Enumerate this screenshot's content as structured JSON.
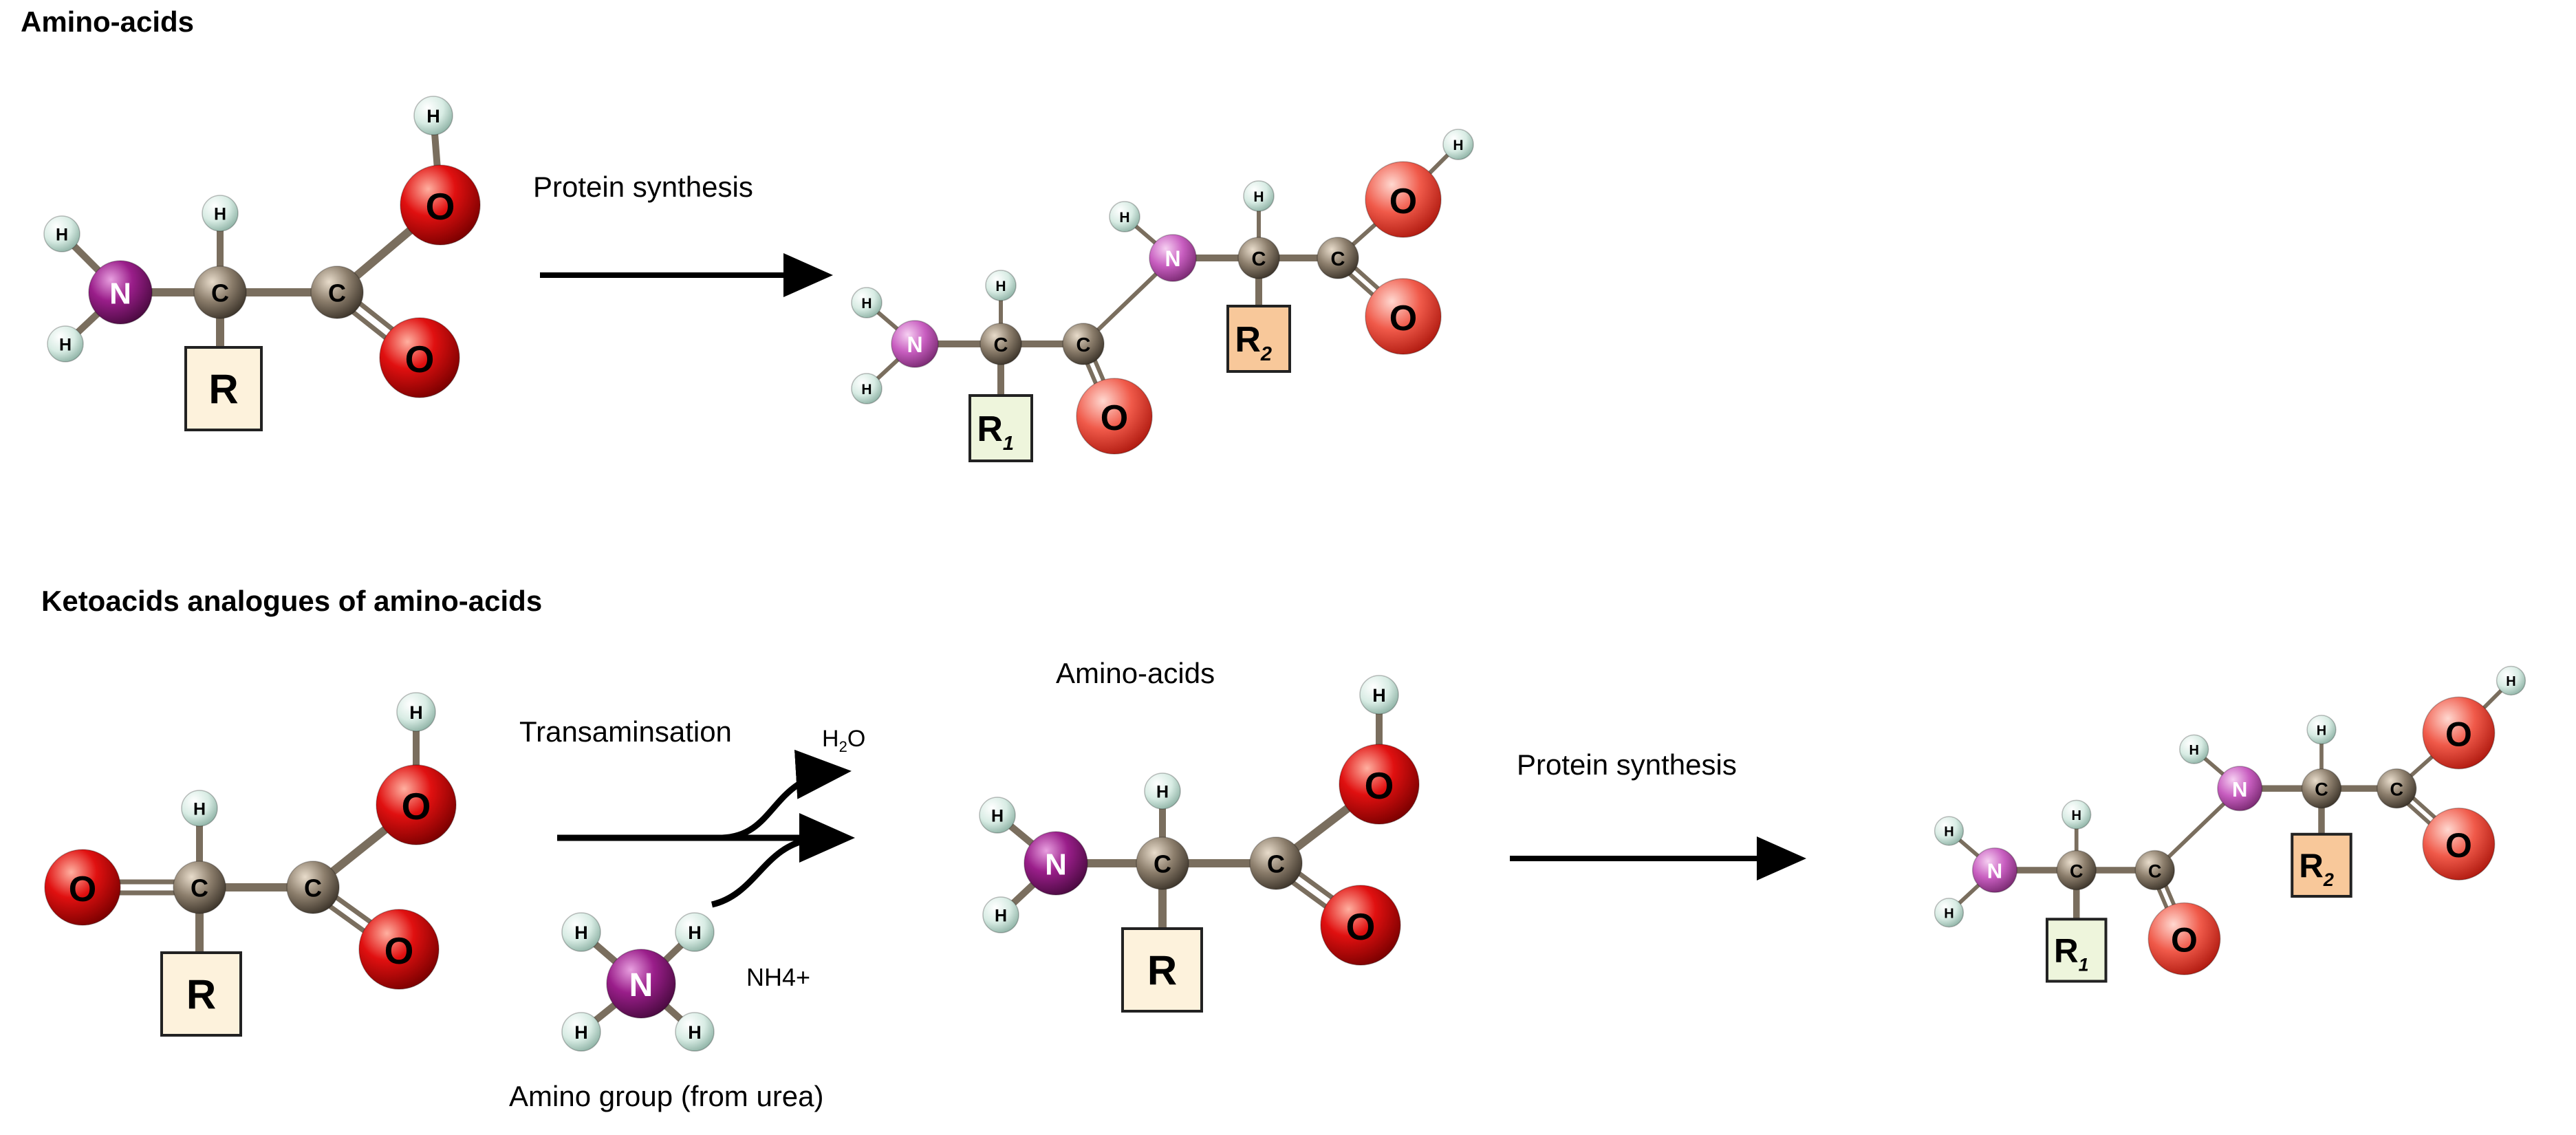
{
  "section_amino": {
    "heading": "Amino-acids",
    "arrow_label": "Protein synthesis"
  },
  "section_keto": {
    "heading": "Ketoacids analogues of amino-acids",
    "transamination_label": "Transaminsation",
    "water_label_H": "H",
    "water_label_sub": "2",
    "water_label_O": "O",
    "ammonium_label": "NH4+",
    "amino_group_label": "Amino group (from urea)",
    "amino_acids_label": "Amino-acids",
    "arrow_label": "Protein synthesis"
  },
  "atoms": {
    "hydrogen": "H",
    "nitrogen": "N",
    "carbon": "C",
    "oxygen": "O"
  },
  "side_chains": {
    "r": "R",
    "r1": "R",
    "r1_sub": "1",
    "r2": "R",
    "r2_sub": "2"
  },
  "colors": {
    "hydrogen": "#d8ece4",
    "nitrogen": "#8a1a7a",
    "nitrogen_light": "#c85ec0",
    "carbon": "#8c7e6c",
    "oxygen": "#e01010",
    "oxygen_light": "#f05a4a",
    "r_box": "#fdf2dc",
    "r1_box": "#eef5dc",
    "r2_box": "#f8c89a"
  }
}
